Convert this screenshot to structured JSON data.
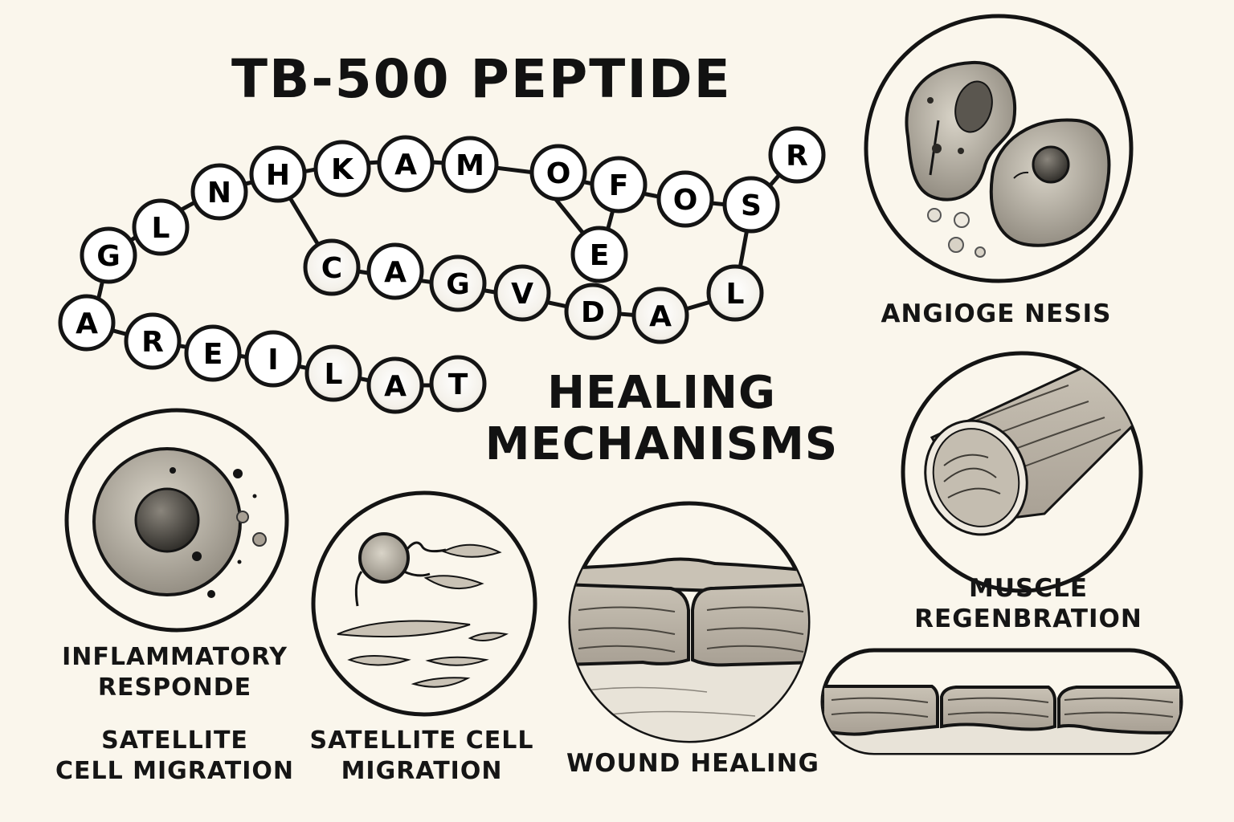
{
  "title": "TB-500 PEPTIDE",
  "subtitle": {
    "line1": "HEALING",
    "line2": "MECHANISMS"
  },
  "colors": {
    "background": "#faf6ec",
    "ink": "#141414",
    "node_fill": "#ffffff",
    "node_shaded": "#ebe8e2",
    "tissue": "#bdb5a8",
    "tissue_light": "#e8e3d8"
  },
  "peptide_chain": {
    "nodes": [
      {
        "id": "n1",
        "letter": "G"
      },
      {
        "id": "n2",
        "letter": "L"
      },
      {
        "id": "n3",
        "letter": "N"
      },
      {
        "id": "n4",
        "letter": "H"
      },
      {
        "id": "n5",
        "letter": "K"
      },
      {
        "id": "n6",
        "letter": "A"
      },
      {
        "id": "n7",
        "letter": "M"
      },
      {
        "id": "n8",
        "letter": "O"
      },
      {
        "id": "n9",
        "letter": "F"
      },
      {
        "id": "n10",
        "letter": "O"
      },
      {
        "id": "n11",
        "letter": "S"
      },
      {
        "id": "n12",
        "letter": "R"
      },
      {
        "id": "n13",
        "letter": "E"
      },
      {
        "id": "n14",
        "letter": "C"
      },
      {
        "id": "n15",
        "letter": "A"
      },
      {
        "id": "n16",
        "letter": "G"
      },
      {
        "id": "n17",
        "letter": "V"
      },
      {
        "id": "n18",
        "letter": "D"
      },
      {
        "id": "n19",
        "letter": "A"
      },
      {
        "id": "n20",
        "letter": "L"
      },
      {
        "id": "n21",
        "letter": "A"
      },
      {
        "id": "n22",
        "letter": "R"
      },
      {
        "id": "n23",
        "letter": "E"
      },
      {
        "id": "n24",
        "letter": "I"
      },
      {
        "id": "n25",
        "letter": "L"
      },
      {
        "id": "n26",
        "letter": "A"
      },
      {
        "id": "n27",
        "letter": "T"
      }
    ]
  },
  "mechanisms": [
    {
      "id": "angiogenesis",
      "label": "ANGIOGE NESIS"
    },
    {
      "id": "muscle",
      "line1": "MUSCLE",
      "line2": "REGENBRATION"
    },
    {
      "id": "inflammatory",
      "line1": "INFLAMMATORY",
      "line2": "RESPONDE"
    },
    {
      "id": "satellite_left",
      "line1": "SATELLITE",
      "line2": "CELL MIGRATION"
    },
    {
      "id": "satellite_center",
      "line1": "SATELLITE CELL",
      "line2": "MIGRATION"
    },
    {
      "id": "wound",
      "label": "WOUND HEALING"
    }
  ]
}
